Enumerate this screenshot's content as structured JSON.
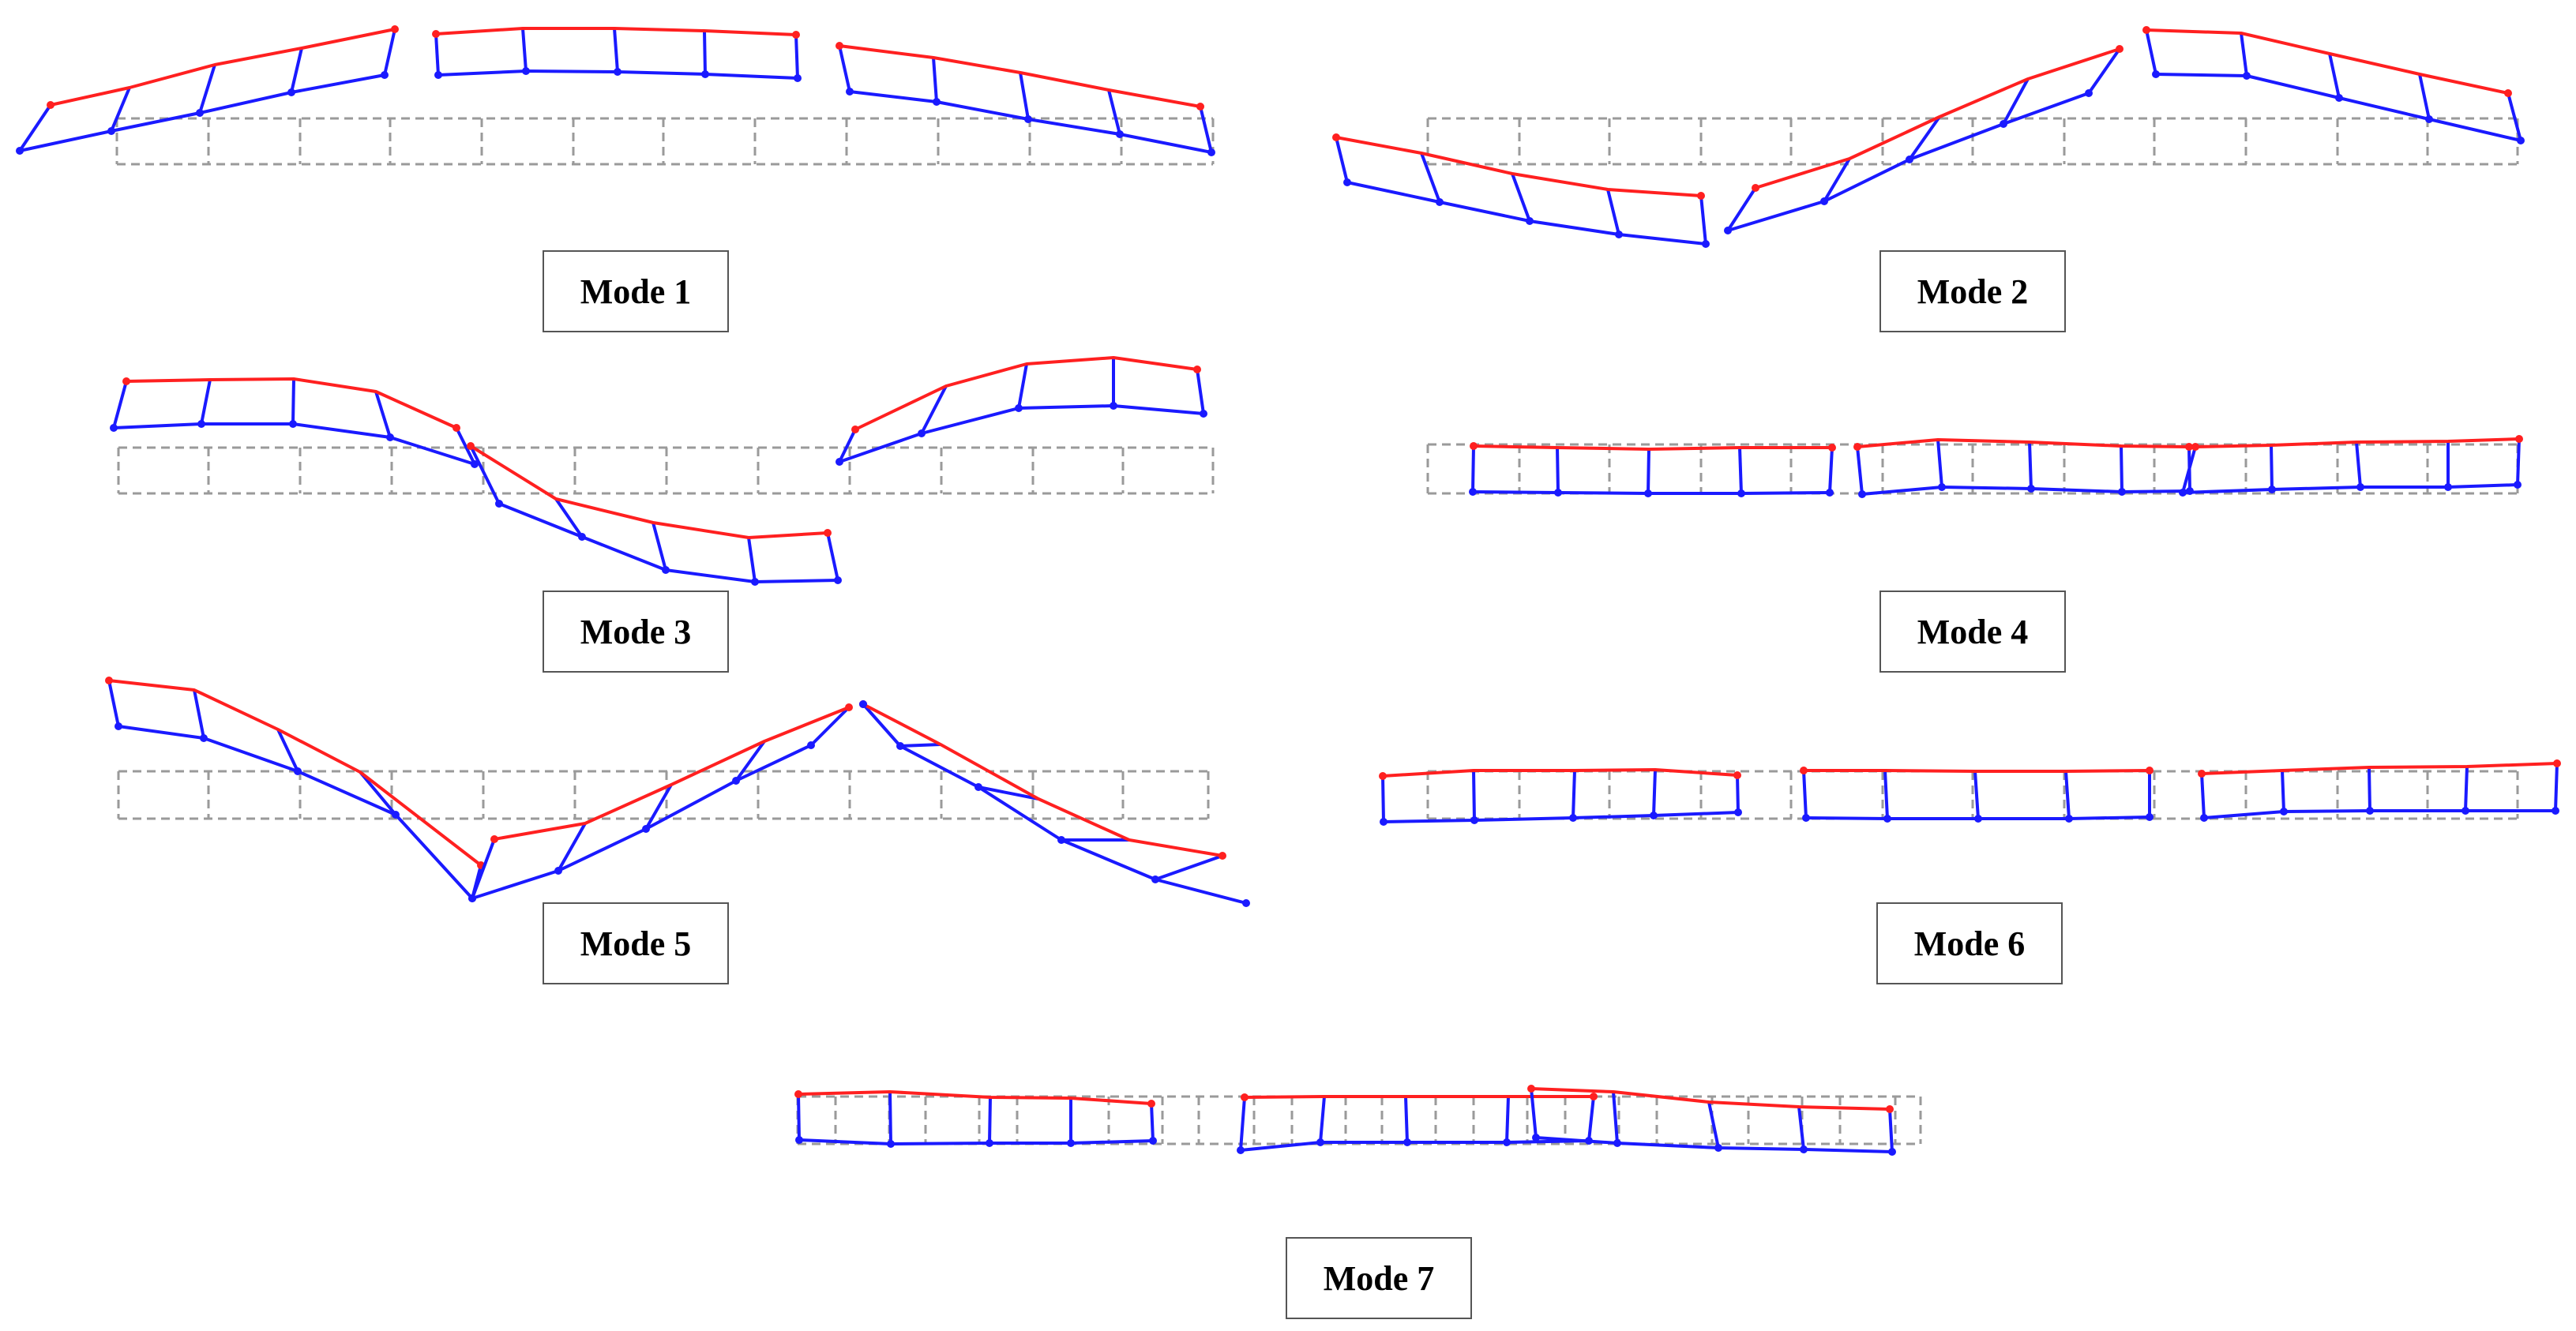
{
  "colors": {
    "top_chord": "#ff2020",
    "bottom_chord": "#1a1aff",
    "undeformed": "#9a9a9a"
  },
  "modes": [
    {
      "label": "Mode 1"
    },
    {
      "label": "Mode 2"
    },
    {
      "label": "Mode 3"
    },
    {
      "label": "Mode 4"
    },
    {
      "label": "Mode 5"
    },
    {
      "label": "Mode 6"
    },
    {
      "label": "Mode 7"
    }
  ]
}
